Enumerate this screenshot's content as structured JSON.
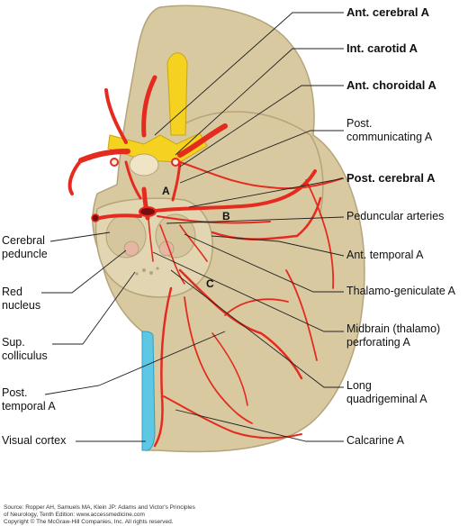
{
  "labels": {
    "ant_cerebral": "Ant. cerebral A",
    "int_carotid": "Int. carotid A",
    "ant_choroidal": "Ant. choroidal A",
    "post_communicating": "Post.\ncommunicating A",
    "post_cerebral": "Post. cerebral A",
    "peduncular_arteries": "Peduncular arteries",
    "ant_temporal": "Ant. temporal A",
    "thalamo_geniculate": "Thalamo-geniculate A",
    "midbrain_perforating": "Midbrain (thalamo)\nperforating A",
    "long_quadrigeminal": "Long\nquadrigeminal A",
    "calcarine": "Calcarine A",
    "cerebral_peduncle": "Cerebral\npeduncle",
    "red_nucleus": "Red\nnucleus",
    "sup_colliculus": "Sup.\ncolliculus",
    "post_temporal": "Post.\ntemporal A",
    "visual_cortex": "Visual cortex"
  },
  "region_letters": {
    "a": "A",
    "b": "B",
    "c": "C"
  },
  "source": {
    "line1": "Source: Ropper AH, Samuels MA, Klein JP: Adams and Victor's Principles",
    "line2": "of Neurology, Tenth Edition: www.accessmedicine.com",
    "line3": "Copyright © The McGraw-Hill Companies, Inc. All rights reserved."
  },
  "colors": {
    "brain": "#d9c9a1",
    "brain_outline": "#b5a479",
    "artery": "#e52b1f",
    "optic_chiasm": "#f4d21f",
    "visual_cortex": "#5ec8e4",
    "leader_line": "#222222"
  }
}
